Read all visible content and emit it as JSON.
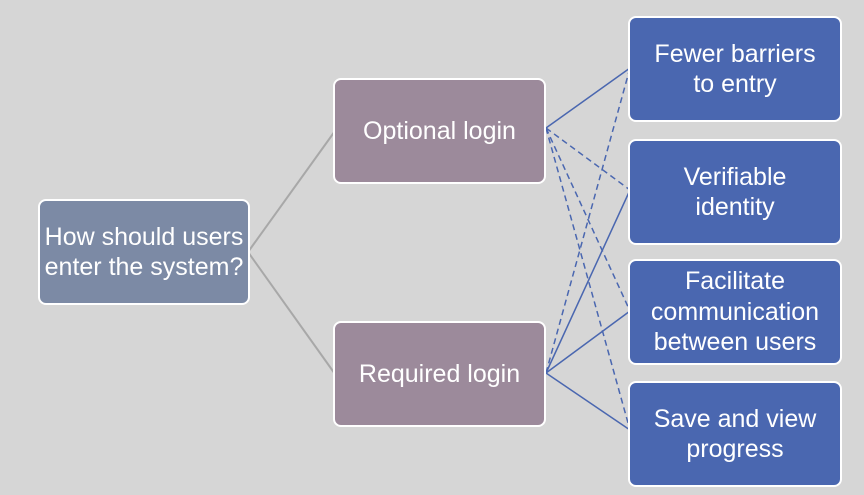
{
  "question": {
    "text": "How should users enter the system?"
  },
  "options": [
    {
      "id": "optional",
      "text": "Optional login"
    },
    {
      "id": "required",
      "text": "Required login"
    }
  ],
  "outcomes": [
    {
      "id": "barriers",
      "text": "Fewer barriers to entry"
    },
    {
      "id": "identity",
      "text": "Verifiable identity"
    },
    {
      "id": "communication",
      "text": "Facilitate communication between users"
    },
    {
      "id": "progress",
      "text": "Save and view progress"
    }
  ],
  "links": [
    {
      "from": "optional",
      "to": "barriers",
      "style": "solid"
    },
    {
      "from": "optional",
      "to": "identity",
      "style": "dashed"
    },
    {
      "from": "optional",
      "to": "communication",
      "style": "dashed"
    },
    {
      "from": "optional",
      "to": "progress",
      "style": "dashed"
    },
    {
      "from": "required",
      "to": "barriers",
      "style": "dashed"
    },
    {
      "from": "required",
      "to": "identity",
      "style": "solid"
    },
    {
      "from": "required",
      "to": "communication",
      "style": "solid"
    },
    {
      "from": "required",
      "to": "progress",
      "style": "solid"
    }
  ],
  "colors": {
    "background": "#d6d6d6",
    "question_box": "#7c8aa5",
    "option_box": "#9c8a9b",
    "outcome_box": "#4a67b0",
    "tree_line": "#a8a8a8",
    "link_line": "#4a67b0",
    "box_border": "#ffffff"
  }
}
